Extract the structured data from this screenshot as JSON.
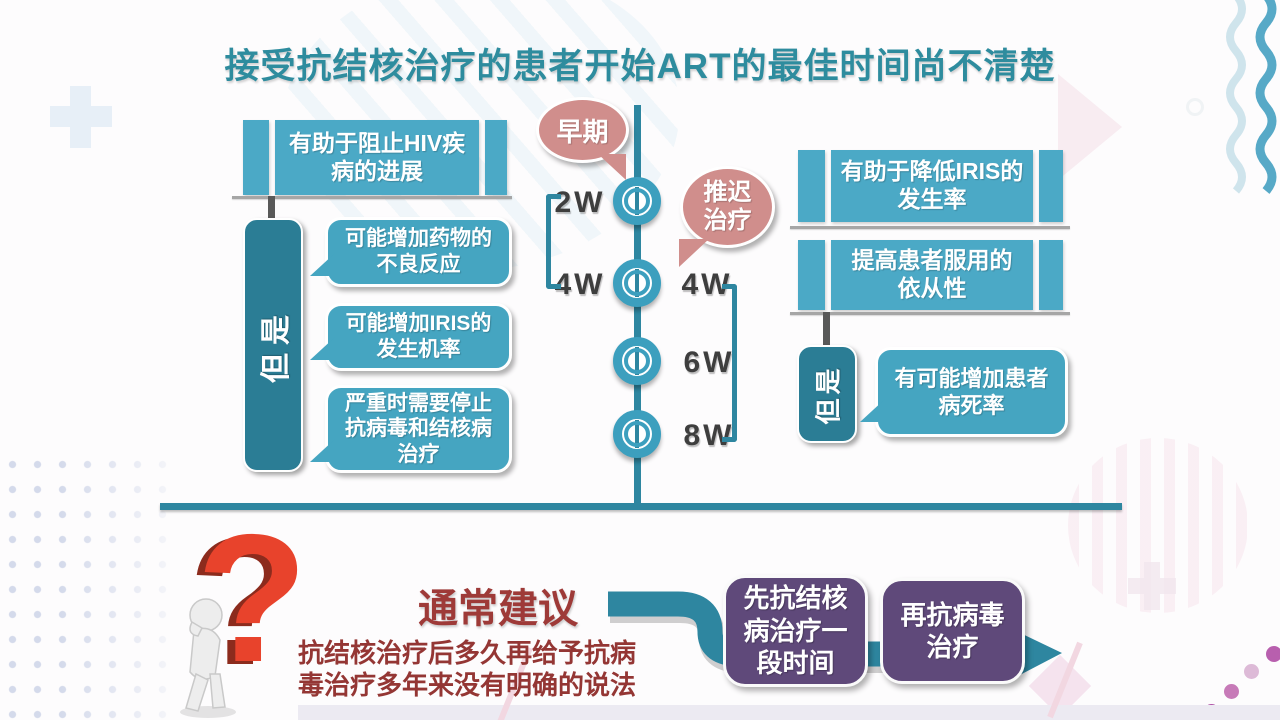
{
  "title": "接受抗结核治疗的患者开始ART的最佳时间尚不清楚",
  "left_panel": {
    "banner": "有助于阻止HIV疾病的进展",
    "but_label": "但是",
    "bubbles": [
      "可能增加药物的不良反应",
      "可能增加IRIS的发生机率",
      "严重时需要停止抗病毒和结核病治疗"
    ]
  },
  "timeline": {
    "early_label": "早期",
    "delay_label": "推迟治疗",
    "left_ticks": [
      "2W",
      "4W"
    ],
    "right_ticks": [
      "4W",
      "6W",
      "8W"
    ]
  },
  "right_panel": {
    "banners": [
      "有助于降低IRIS的发生率",
      "提高患者服用的依从性"
    ],
    "but_label": "但是",
    "bubble": "有可能增加患者病死率"
  },
  "bottom": {
    "recommend_title": "通常建议",
    "note": "抗结核治疗后多久再给予抗病毒治疗多年来没有明确的说法",
    "steps": [
      "先抗结核病治疗一段时间",
      "再抗病毒治疗"
    ]
  },
  "colors": {
    "title_teal": "#2e8c9e",
    "banner_teal": "#4ba9c6",
    "but_box_teal": "#2b7d95",
    "timeline_teal": "#2e86a0",
    "pink_callout": "#d08e8c",
    "dark_red_text": "#943634",
    "purple_step": "#5f497a",
    "question_red": "#e8432c",
    "tick_gray": "#3e3e3e"
  }
}
